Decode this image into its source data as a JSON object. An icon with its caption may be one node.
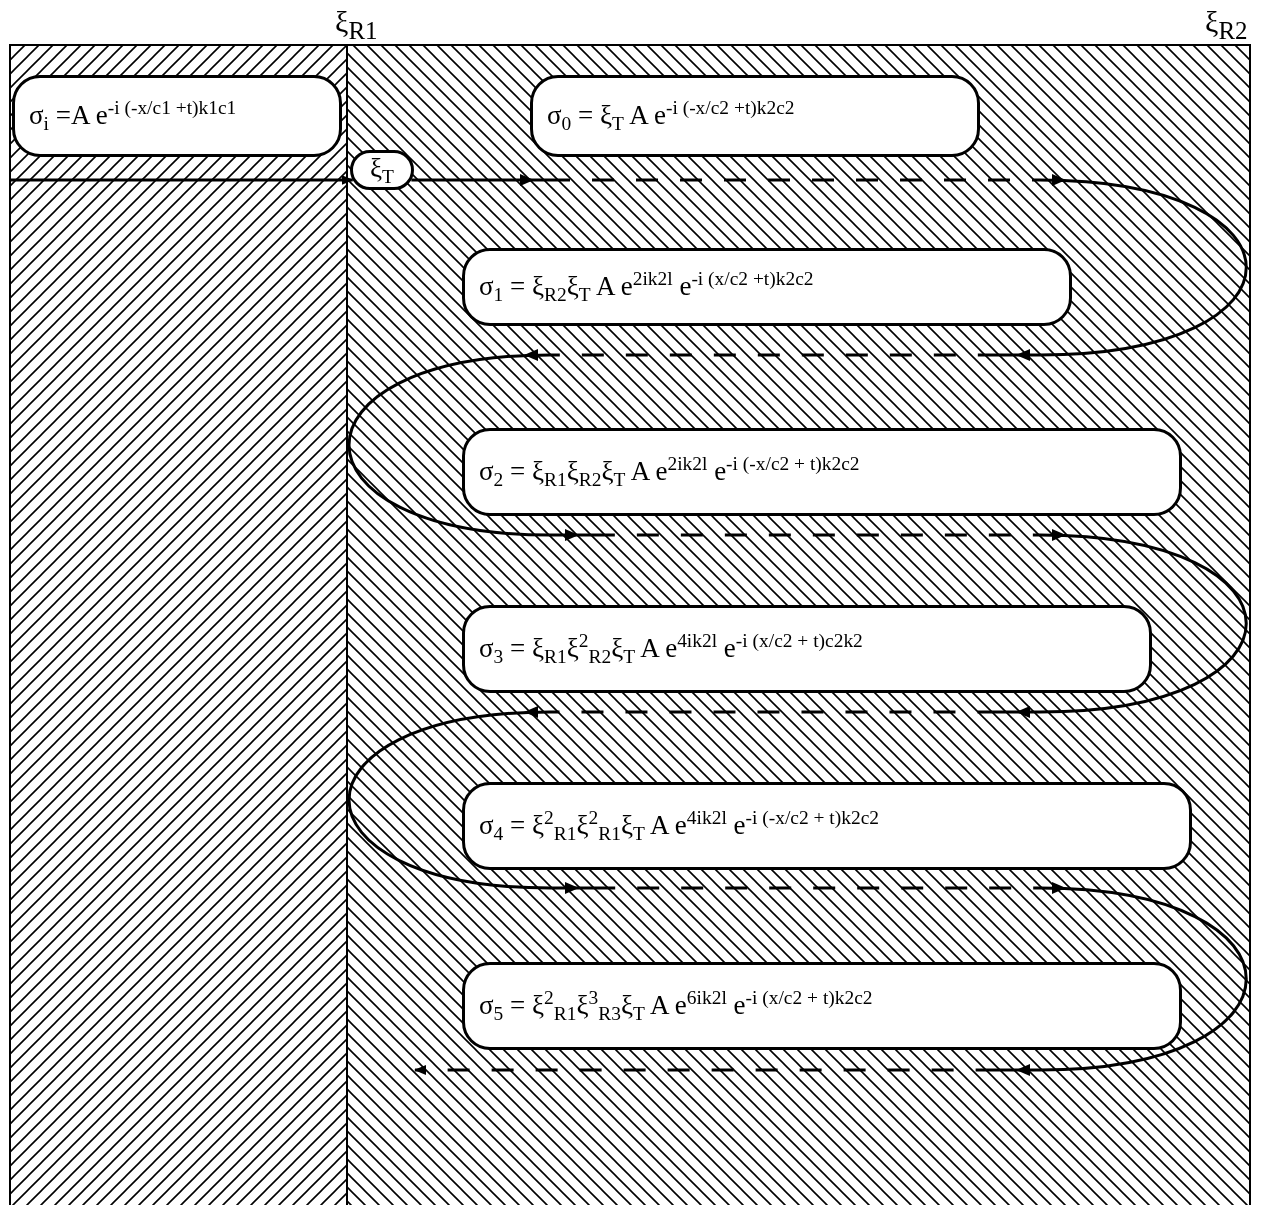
{
  "diagram": {
    "nodes": [
      {
        "text": [
          "σ$_{i}$ =A e$^{-i (-x/c1 +t)k1c1}$"
        ]
      },
      {
        "text": [
          "σ$_{0}$ = ξ$_{T}$ A e$^{-i (-x/c2 +t)k2c2}$"
        ]
      },
      {
        "text": [
          "ξ$_{T}$"
        ]
      },
      {
        "text": [
          "σ$_{1}$ = ξ$_{R2}$ξ$_{T}$ A e$^{2ik2l}$ e$^{-i (x/c2 +t)k2c2}$"
        ]
      },
      {
        "text": [
          "σ$_{2}$ = ξ$_{R1}$ξ$_{R2}$ξ$_{T}$ A e$^{2ik2l}$ e$^{-i (-x/c2 + t)k2c2}$"
        ]
      },
      {
        "text": [
          "σ$_{3}$ = ξ$_{R1}$ξ$^{2}$$_{R2}$ξ$_{T}$ A e$^{4ik2l}$ e$^{-i (x/c2 + t)c2k2}$"
        ]
      },
      {
        "text": [
          "σ$_{4}$ = ξ$^{2}$$_{R1}$ξ$^{2}$$_{R1}$ξ$_{T}$ A e$^{4ik2l}$ e$^{-i (-x/c2 + t)k2c2}$"
        ]
      },
      {
        "text": [
          "σ$_{5}$ = ξ$^{2}$$_{R1}$ξ$^{3}$$_{R3}$ξ$_{T}$ A e$^{6ik2l}$ e$^{-i (x/c2 + t)k2c2}$"
        ]
      }
    ],
    "edges": [
      {
        "from": null,
        "to": 2,
        "arrow": "to"
      },
      {
        "from": 2,
        "to": null,
        "arrow": "to",
        "style": "dashed"
      }
    ],
    "labels": [
      "ξ$_{R1}$",
      "ξ$_{R2}$"
    ]
  }
}
